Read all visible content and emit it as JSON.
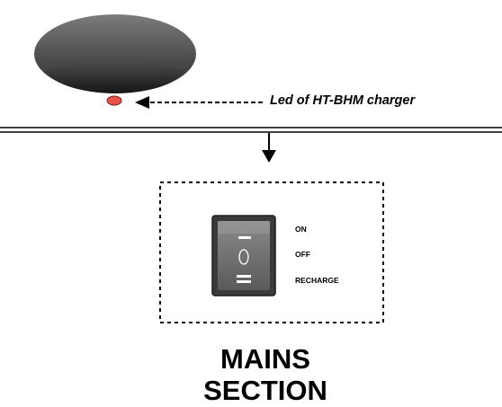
{
  "led_callout": {
    "label": "Led of HT-BHM charger",
    "led_color": "#e8524a"
  },
  "switch": {
    "positions": [
      {
        "label": "ON",
        "symbol": "dash-icon"
      },
      {
        "label": "OFF",
        "symbol": "circle-icon"
      },
      {
        "label": "RECHARGE",
        "symbol": "double-dash-icon"
      }
    ]
  },
  "section_title": {
    "line1": "MAINS",
    "line2": "SECTION"
  },
  "colors": {
    "device_dark": "#2a2a2a",
    "device_light": "#7a7a7a",
    "switch_body": "#3a3a3a",
    "switch_rocker": "#6f6f6f",
    "lines": "#000000"
  }
}
